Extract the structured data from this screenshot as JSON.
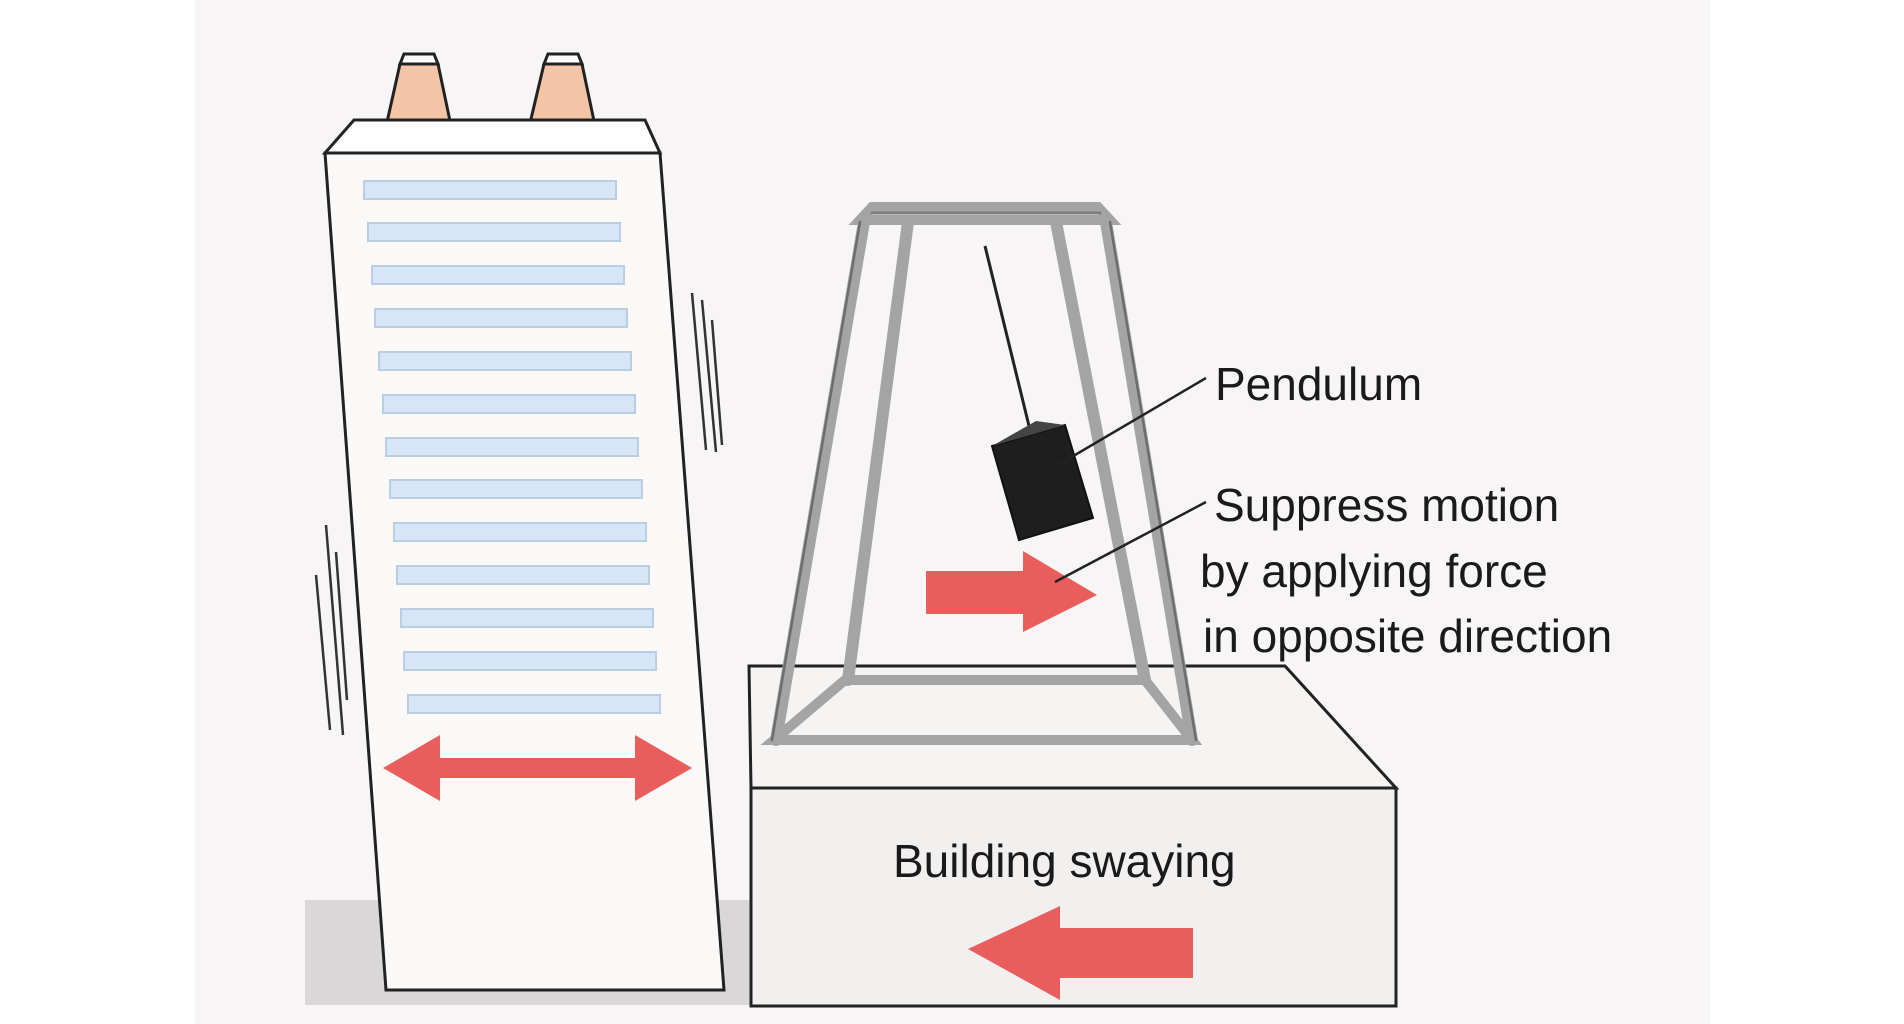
{
  "labels": {
    "pendulum": "Pendulum",
    "suppress_line1": "Suppress motion",
    "suppress_line2": "by applying force",
    "suppress_line3": "in opposite direction",
    "building_swaying": "Building swaying"
  },
  "icons": {
    "sway_arrow": "double-headed-arrow-icon",
    "force_arrow": "right-arrow-icon",
    "sway_direction_arrow": "left-arrow-icon"
  },
  "colors": {
    "background_panel": "#f7f5f5",
    "building_fill": "#fbf8f8",
    "window_fill": "#d7e6f6",
    "window_stroke": "#b9cde3",
    "chimney_fill": "#f4c4a7",
    "frame_color": "#a4a4a4",
    "pendulum_fill": "#1e1e1e",
    "arrow_red": "#ea5d5d",
    "ground_shadow": "#d9d7d7",
    "outline": "#222222"
  }
}
